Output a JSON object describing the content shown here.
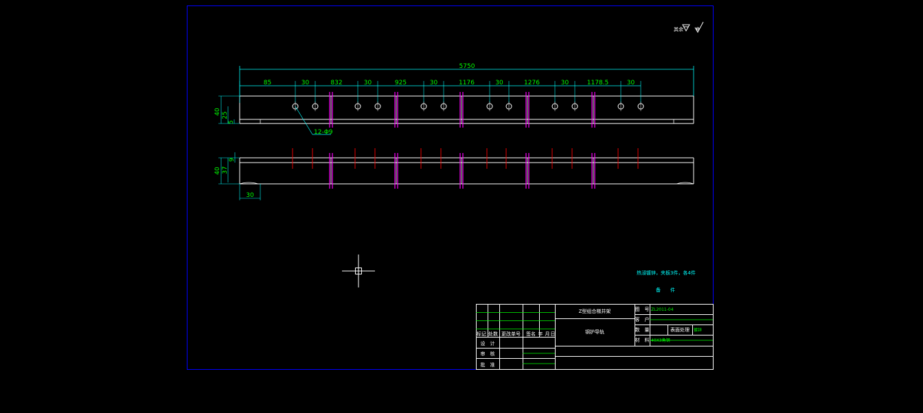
{
  "colors": {
    "background": "#000000",
    "frame": "#0000ff",
    "outline": "#ffffff",
    "dimension": "#00ffff",
    "dimension_text": "#00ff00",
    "centerline_red": "#ff0000",
    "section_magenta": "#ff00ff",
    "titleblock_line": "#ffffff",
    "titleblock_green": "#00ff00"
  },
  "drawing": {
    "overall_length": "5750",
    "top_dims": [
      "85",
      "30",
      "832",
      "30",
      "925",
      "30",
      "1176",
      "30",
      "1276",
      "30",
      "1178.5",
      "30"
    ],
    "hole_callout": "12-Φ9",
    "top_view_height": "40",
    "top_view_inner": "25",
    "top_view_small": "5",
    "bottom_view_height": "40",
    "bottom_view_inner": "37",
    "bottom_view_small": "9",
    "bottom_offset": "30",
    "roughness_text": "其余",
    "note_line1": "热浸镀锌，夹板3件，各4件",
    "note_line2": "备　　件"
  },
  "titleblock": {
    "header_labels": [
      "标记",
      "处数",
      "更改单号",
      "签名",
      "年",
      "月",
      "日"
    ],
    "role_labels": [
      "设　计",
      "审　核",
      "批　准"
    ],
    "project_name": "Z型组合梯井架",
    "part_name": "钢护导轨",
    "drawing_no_label": "图　号",
    "drawing_no": "ZL2011-04",
    "client_label": "客　户",
    "quantity_label": "数　量",
    "surface_label": "表面处理",
    "surface_value": "镀锌",
    "material_label": "材　料",
    "material_value": "40X3角钢"
  }
}
